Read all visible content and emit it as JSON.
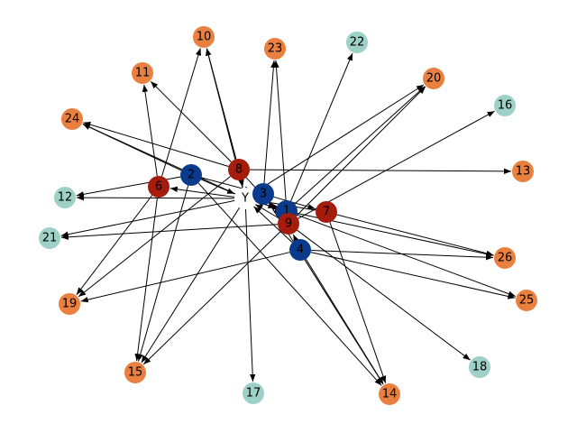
{
  "graph": {
    "colors": {
      "blue": "#0a3a8c",
      "red": "#a51c0c",
      "orange": "#ea8040",
      "teal": "#9dd0c6",
      "white": "#ffffff",
      "edge": "#000000"
    },
    "nodes": [
      {
        "id": "Y",
        "label": "Y",
        "color": "white"
      },
      {
        "id": "1",
        "label": "1",
        "color": "blue"
      },
      {
        "id": "2",
        "label": "2",
        "color": "blue"
      },
      {
        "id": "3",
        "label": "3",
        "color": "blue"
      },
      {
        "id": "4",
        "label": "4",
        "color": "blue"
      },
      {
        "id": "6",
        "label": "6",
        "color": "red"
      },
      {
        "id": "7",
        "label": "7",
        "color": "red"
      },
      {
        "id": "8",
        "label": "8",
        "color": "red"
      },
      {
        "id": "9",
        "label": "9",
        "color": "red"
      },
      {
        "id": "10",
        "label": "10",
        "color": "orange"
      },
      {
        "id": "11",
        "label": "11",
        "color": "orange"
      },
      {
        "id": "12",
        "label": "12",
        "color": "teal"
      },
      {
        "id": "13",
        "label": "13",
        "color": "orange"
      },
      {
        "id": "14",
        "label": "14",
        "color": "orange"
      },
      {
        "id": "15",
        "label": "15",
        "color": "orange"
      },
      {
        "id": "16",
        "label": "16",
        "color": "teal"
      },
      {
        "id": "17",
        "label": "17",
        "color": "teal"
      },
      {
        "id": "18",
        "label": "18",
        "color": "teal"
      },
      {
        "id": "19",
        "label": "19",
        "color": "orange"
      },
      {
        "id": "20",
        "label": "20",
        "color": "orange"
      },
      {
        "id": "21",
        "label": "21",
        "color": "teal"
      },
      {
        "id": "22",
        "label": "22",
        "color": "teal"
      },
      {
        "id": "23",
        "label": "23",
        "color": "orange"
      },
      {
        "id": "24",
        "label": "24",
        "color": "orange"
      },
      {
        "id": "25",
        "label": "25",
        "color": "orange"
      },
      {
        "id": "26",
        "label": "26",
        "color": "orange"
      }
    ],
    "edges": [
      [
        "2",
        "Y"
      ],
      [
        "2",
        "24"
      ],
      [
        "2",
        "12"
      ],
      [
        "2",
        "15"
      ],
      [
        "2",
        "3"
      ],
      [
        "2",
        "14"
      ],
      [
        "8",
        "24"
      ],
      [
        "8",
        "13"
      ],
      [
        "8",
        "11"
      ],
      [
        "8",
        "19"
      ],
      [
        "8",
        "Y"
      ],
      [
        "8",
        "9"
      ],
      [
        "8",
        "10"
      ],
      [
        "6",
        "10"
      ],
      [
        "6",
        "11"
      ],
      [
        "6",
        "15"
      ],
      [
        "6",
        "19"
      ],
      [
        "Y",
        "6"
      ],
      [
        "Y",
        "12"
      ],
      [
        "Y",
        "21"
      ],
      [
        "Y",
        "24"
      ],
      [
        "Y",
        "10"
      ],
      [
        "3",
        "Y"
      ],
      [
        "3",
        "23"
      ],
      [
        "3",
        "14"
      ],
      [
        "3",
        "7"
      ],
      [
        "1",
        "Y"
      ],
      [
        "1",
        "20"
      ],
      [
        "1",
        "22"
      ],
      [
        "1",
        "26"
      ],
      [
        "1",
        "25"
      ],
      [
        "1",
        "23"
      ],
      [
        "9",
        "Y"
      ],
      [
        "9",
        "20"
      ],
      [
        "9",
        "16"
      ],
      [
        "9",
        "18"
      ],
      [
        "9",
        "15"
      ],
      [
        "9",
        "3"
      ],
      [
        "9",
        "21"
      ],
      [
        "7",
        "14"
      ],
      [
        "7",
        "26"
      ],
      [
        "7",
        "Y"
      ],
      [
        "4",
        "Y"
      ],
      [
        "4",
        "26"
      ],
      [
        "4",
        "19"
      ],
      [
        "4",
        "25"
      ],
      [
        "4",
        "14"
      ],
      [
        "4",
        "9"
      ],
      [
        "Y",
        "1"
      ],
      [
        "Y",
        "17"
      ],
      [
        "Y",
        "20"
      ],
      [
        "Y",
        "15"
      ]
    ]
  }
}
